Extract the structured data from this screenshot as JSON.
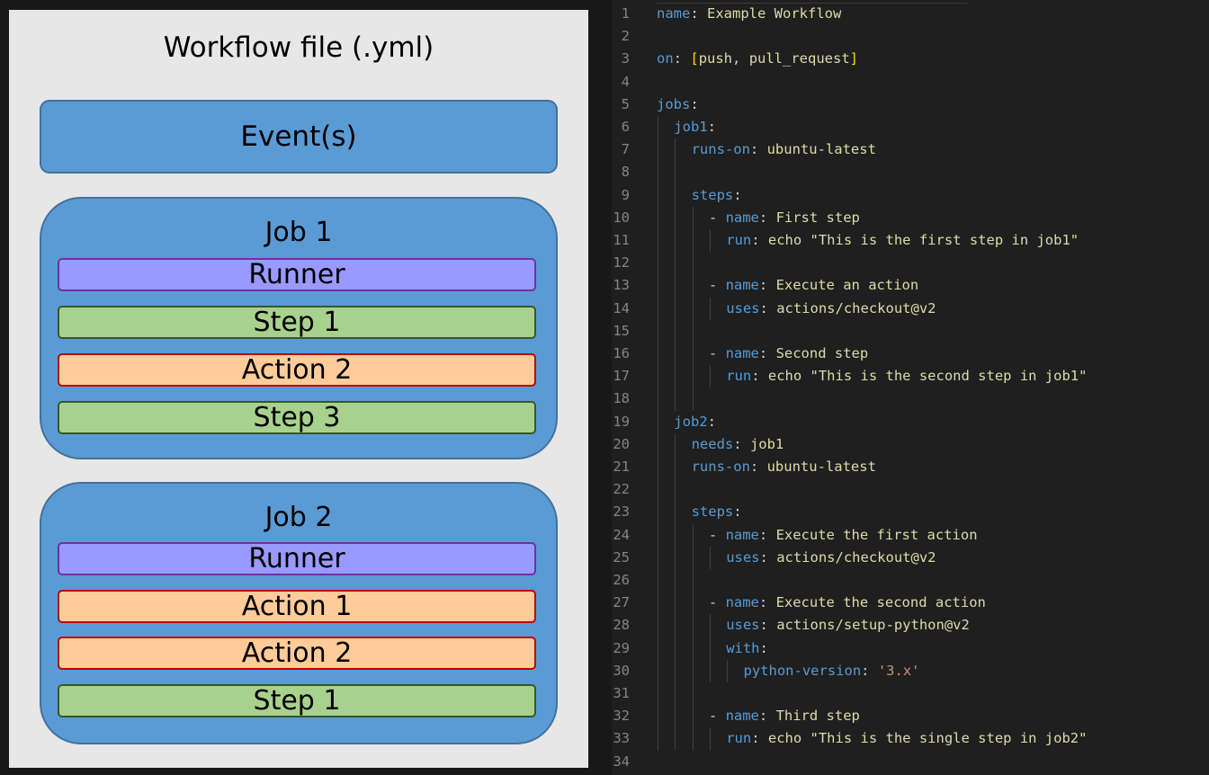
{
  "diagram": {
    "title": "Workflow file (.yml)",
    "event": "Event(s)",
    "jobs": [
      {
        "title": "Job 1",
        "items": [
          {
            "kind": "runner",
            "label": "Runner"
          },
          {
            "kind": "step",
            "label": "Step 1"
          },
          {
            "kind": "action",
            "label": "Action 2"
          },
          {
            "kind": "step",
            "label": "Step 3"
          }
        ]
      },
      {
        "title": "Job 2",
        "items": [
          {
            "kind": "runner",
            "label": "Runner"
          },
          {
            "kind": "action",
            "label": "Action 1"
          },
          {
            "kind": "action",
            "label": "Action 2"
          },
          {
            "kind": "step",
            "label": "Step 1"
          }
        ]
      }
    ],
    "colors": {
      "panel": "#e7e7e7",
      "event": "#5b9bd5",
      "runner": "#9999ff",
      "step": "#a9d18e",
      "action": "#ffcc99"
    }
  },
  "code": {
    "lines": [
      {
        "n": "1",
        "indent": 0,
        "parts": [
          [
            "key",
            "name"
          ],
          [
            "plain",
            ": "
          ],
          [
            "yel",
            "Example Workflow"
          ]
        ]
      },
      {
        "n": "2",
        "indent": 0,
        "parts": []
      },
      {
        "n": "3",
        "indent": 0,
        "parts": [
          [
            "key",
            "on"
          ],
          [
            "plain",
            ": "
          ],
          [
            "brk",
            "["
          ],
          [
            "yel",
            "push"
          ],
          [
            "plain",
            ", "
          ],
          [
            "yel",
            "pull_request"
          ],
          [
            "brk",
            "]"
          ]
        ]
      },
      {
        "n": "4",
        "indent": 0,
        "parts": []
      },
      {
        "n": "5",
        "indent": 0,
        "parts": [
          [
            "key",
            "jobs"
          ],
          [
            "plain",
            ":"
          ]
        ]
      },
      {
        "n": "6",
        "indent": 1,
        "parts": [
          [
            "key",
            "job1"
          ],
          [
            "plain",
            ":"
          ]
        ]
      },
      {
        "n": "7",
        "indent": 2,
        "parts": [
          [
            "key",
            "runs-on"
          ],
          [
            "plain",
            ": "
          ],
          [
            "yel",
            "ubuntu-latest"
          ]
        ]
      },
      {
        "n": "8",
        "indent": 0,
        "parts": []
      },
      {
        "n": "9",
        "indent": 2,
        "parts": [
          [
            "key",
            "steps"
          ],
          [
            "plain",
            ":"
          ]
        ]
      },
      {
        "n": "10",
        "indent": 3,
        "parts": [
          [
            "plain",
            "- "
          ],
          [
            "key",
            "name"
          ],
          [
            "plain",
            ": "
          ],
          [
            "yel",
            "First step"
          ]
        ]
      },
      {
        "n": "11",
        "indent": 4,
        "parts": [
          [
            "key",
            "run"
          ],
          [
            "plain",
            ": "
          ],
          [
            "yel",
            "echo \"This is the first step in job1\""
          ]
        ]
      },
      {
        "n": "12",
        "indent": 0,
        "parts": []
      },
      {
        "n": "13",
        "indent": 3,
        "parts": [
          [
            "plain",
            "- "
          ],
          [
            "key",
            "name"
          ],
          [
            "plain",
            ": "
          ],
          [
            "yel",
            "Execute an action"
          ]
        ]
      },
      {
        "n": "14",
        "indent": 4,
        "parts": [
          [
            "key",
            "uses"
          ],
          [
            "plain",
            ": "
          ],
          [
            "yel",
            "actions/checkout@v2"
          ]
        ]
      },
      {
        "n": "15",
        "indent": 0,
        "parts": []
      },
      {
        "n": "16",
        "indent": 3,
        "parts": [
          [
            "plain",
            "- "
          ],
          [
            "key",
            "name"
          ],
          [
            "plain",
            ": "
          ],
          [
            "yel",
            "Second step"
          ]
        ]
      },
      {
        "n": "17",
        "indent": 4,
        "parts": [
          [
            "key",
            "run"
          ],
          [
            "plain",
            ": "
          ],
          [
            "yel",
            "echo \"This is the second step in job1\""
          ]
        ]
      },
      {
        "n": "18",
        "indent": 0,
        "parts": []
      },
      {
        "n": "19",
        "indent": 1,
        "parts": [
          [
            "key",
            "job2"
          ],
          [
            "plain",
            ":"
          ]
        ]
      },
      {
        "n": "20",
        "indent": 2,
        "parts": [
          [
            "key",
            "needs"
          ],
          [
            "plain",
            ": "
          ],
          [
            "yel",
            "job1"
          ]
        ]
      },
      {
        "n": "21",
        "indent": 2,
        "parts": [
          [
            "key",
            "runs-on"
          ],
          [
            "plain",
            ": "
          ],
          [
            "yel",
            "ubuntu-latest"
          ]
        ]
      },
      {
        "n": "22",
        "indent": 0,
        "parts": []
      },
      {
        "n": "23",
        "indent": 2,
        "parts": [
          [
            "key",
            "steps"
          ],
          [
            "plain",
            ":"
          ]
        ]
      },
      {
        "n": "24",
        "indent": 3,
        "parts": [
          [
            "plain",
            "- "
          ],
          [
            "key",
            "name"
          ],
          [
            "plain",
            ": "
          ],
          [
            "yel",
            "Execute the first action"
          ]
        ]
      },
      {
        "n": "25",
        "indent": 4,
        "parts": [
          [
            "key",
            "uses"
          ],
          [
            "plain",
            ": "
          ],
          [
            "yel",
            "actions/checkout@v2"
          ]
        ]
      },
      {
        "n": "26",
        "indent": 0,
        "parts": []
      },
      {
        "n": "27",
        "indent": 3,
        "parts": [
          [
            "plain",
            "- "
          ],
          [
            "key",
            "name"
          ],
          [
            "plain",
            ": "
          ],
          [
            "yel",
            "Execute the second action"
          ]
        ]
      },
      {
        "n": "28",
        "indent": 4,
        "parts": [
          [
            "key",
            "uses"
          ],
          [
            "plain",
            ": "
          ],
          [
            "yel",
            "actions/setup-python@v2"
          ]
        ]
      },
      {
        "n": "29",
        "indent": 4,
        "parts": [
          [
            "key",
            "with"
          ],
          [
            "plain",
            ":"
          ]
        ]
      },
      {
        "n": "30",
        "indent": 5,
        "parts": [
          [
            "key",
            "python-version"
          ],
          [
            "plain",
            ": "
          ],
          [
            "str",
            "'3.x'"
          ]
        ]
      },
      {
        "n": "31",
        "indent": 0,
        "parts": []
      },
      {
        "n": "32",
        "indent": 3,
        "parts": [
          [
            "plain",
            "- "
          ],
          [
            "key",
            "name"
          ],
          [
            "plain",
            ": "
          ],
          [
            "yel",
            "Third step"
          ]
        ]
      },
      {
        "n": "33",
        "indent": 4,
        "parts": [
          [
            "key",
            "run"
          ],
          [
            "plain",
            ": "
          ],
          [
            "yel",
            "echo \"This is the single step in job2\""
          ]
        ]
      },
      {
        "n": "34",
        "indent": 0,
        "parts": []
      }
    ]
  }
}
